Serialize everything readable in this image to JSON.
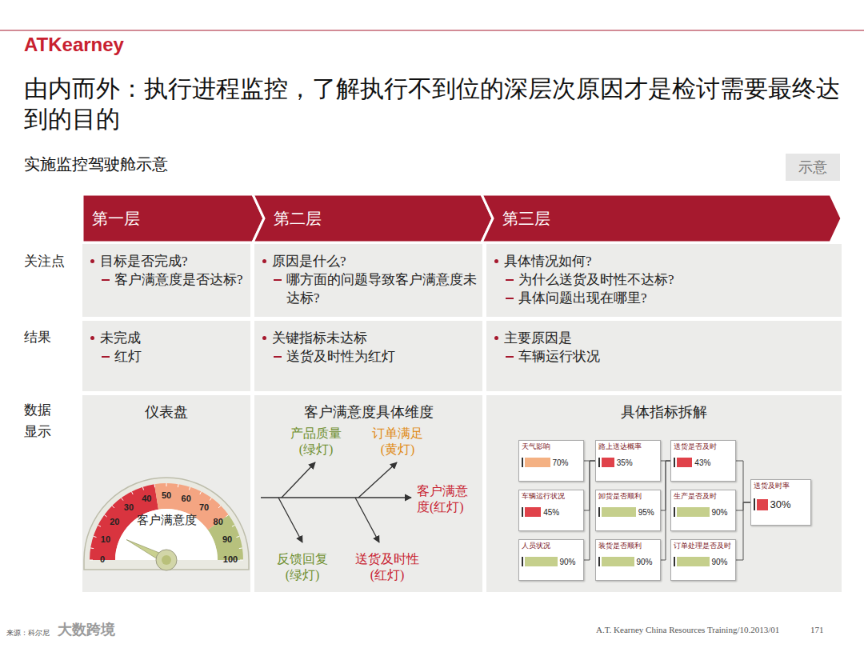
{
  "diagram": {
    "title": "由内而外：执行进程监控，了解执行不到位的深层次原因才是检讨需要最终达到的目的",
    "nodes": [
      {
        "text": [
          "示意"
        ]
      },
      {
        "text": [
          "第一层"
        ]
      },
      {
        "text": [
          "第二层"
        ]
      },
      {
        "text": [
          "第三层"
        ]
      },
      {
        "text": [
          "目标是否完成?",
          "客户满意度是否达标?"
        ]
      },
      {
        "text": [
          "原因是什么?",
          "哪方面的问题导致客户满意度未达标?"
        ]
      },
      {
        "text": [
          "具体情况如何?",
          "为什么送货及时性不达标?",
          "具体问题出现在哪里?"
        ]
      },
      {
        "text": [
          "未完成",
          "红灯"
        ]
      },
      {
        "text": [
          "关键指标未达标",
          "送货及时性为红灯"
        ]
      },
      {
        "text": [
          "主要原因是",
          "车辆运行状况"
        ]
      },
      {
        "text": [
          "仪表盘"
        ]
      },
      {
        "text": [
          "客户满意度具体维度"
        ]
      },
      {
        "text": [
          "具体指标拆解"
        ]
      },
      {
        "text": [
          "天气影响",
          "70%"
        ],
        "in": 12
      },
      {
        "text": [
          "车辆运行状况",
          "45%"
        ],
        "in": 12
      },
      {
        "text": [
          "人员状况",
          "90%"
        ],
        "in": 12
      },
      {
        "text": [
          "路上送达概率",
          "35%"
        ],
        "in": 12
      },
      {
        "text": [
          "卸货是否顺利",
          "95%"
        ],
        "in": 12
      },
      {
        "text": [
          "装货是否顺利",
          "90%"
        ],
        "in": 12
      },
      {
        "text": [
          "送货是否及时",
          "43%"
        ],
        "in": 12
      },
      {
        "text": [
          "生产是否及时",
          "90%"
        ],
        "in": 12
      },
      {
        "text": [
          "订单处理是否及时",
          "90%"
        ],
        "in": 12
      },
      {
        "text": [
          "送货及时率",
          "30%"
        ],
        "in": 12
      }
    ],
    "edges": [
      {
        "from": 13,
        "to": 16,
        "arrow": "none"
      },
      {
        "from": 14,
        "to": 16,
        "arrow": "none"
      },
      {
        "from": 15,
        "to": 16,
        "arrow": "none"
      },
      {
        "from": 16,
        "to": 19,
        "arrow": "none"
      },
      {
        "from": 17,
        "to": 19,
        "arrow": "none"
      },
      {
        "from": 18,
        "to": 19,
        "arrow": "none"
      },
      {
        "from": 19,
        "to": 22,
        "arrow": "none"
      },
      {
        "from": 20,
        "to": 22,
        "arrow": "none"
      },
      {
        "from": 21,
        "to": 22,
        "arrow": "none"
      }
    ],
    "labels": [
      "ATKearney",
      "实施监控驾驶舱示意",
      "关注点",
      "结果",
      "数据显示",
      "0",
      "10",
      "20",
      "30",
      "40",
      "50",
      "60",
      "70",
      "80",
      "90",
      "100",
      "客户满意度",
      "产品质量 (绿灯)",
      "订单满足 (黄灯)",
      "客户满意度(红灯)",
      "反馈回复 (绿灯)",
      "送货及时性 (红灯)",
      "来源：科尔尼",
      "大数跨境",
      "A.T. Kearney China Resources Training/10.2013/01",
      "171"
    ]
  }
}
